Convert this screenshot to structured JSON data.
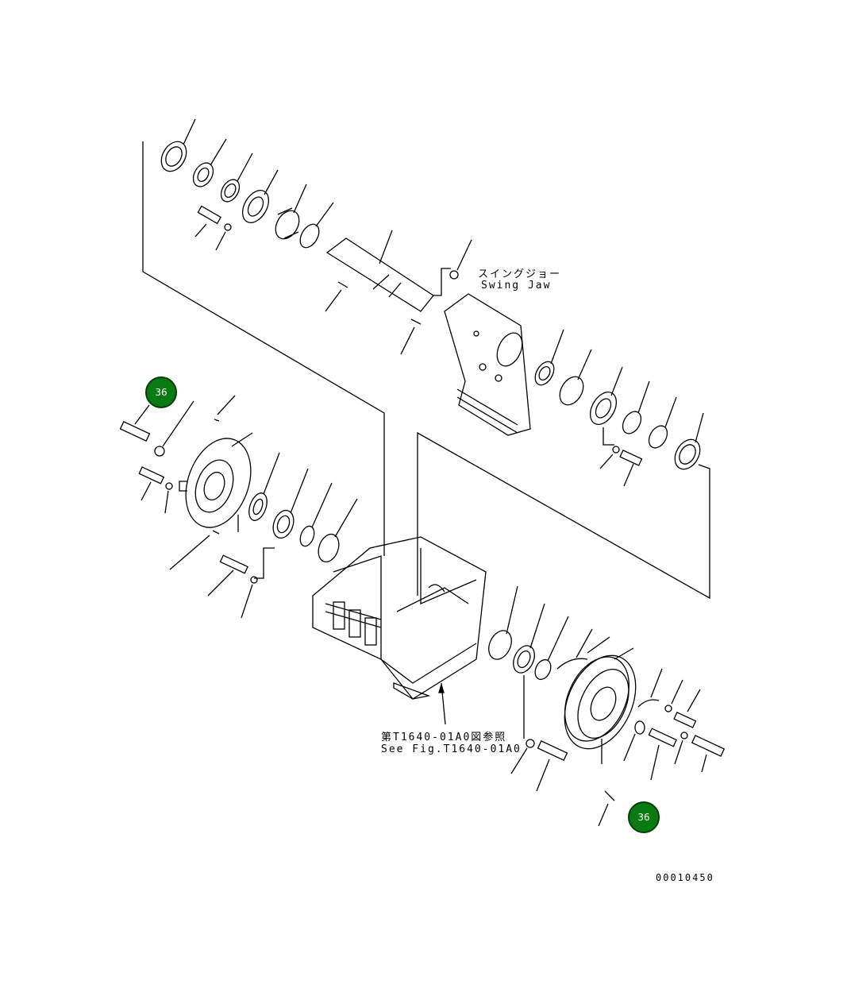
{
  "diagram": {
    "swing_jaw_jp": "スイングジョー",
    "swing_jaw_en": "Swing Jaw",
    "ref_jp": "第T1640-01A0図参照",
    "ref_en": "See Fig.T1640-01A0",
    "figure_number": "00010450",
    "badges": [
      "36",
      "36"
    ],
    "colors": {
      "line": "#000000",
      "badge_fill": "#0a7a12",
      "badge_text": "#ffffff"
    }
  }
}
